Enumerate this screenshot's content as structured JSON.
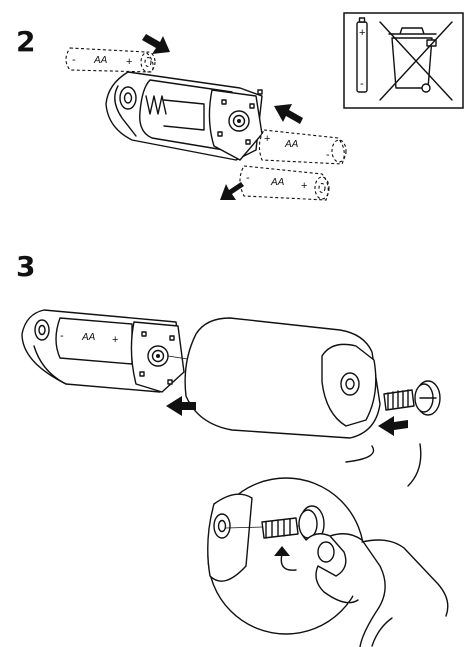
{
  "steps": [
    {
      "number": "2"
    },
    {
      "number": "3"
    }
  ],
  "battery": {
    "type_label": "AA",
    "plus_sign": "+",
    "minus_sign": "-"
  },
  "notice_icons": [
    "battery-icon",
    "crossed-out-wheelie-bin-icon"
  ],
  "colors": {
    "line": "#111111",
    "background": "#ffffff"
  }
}
